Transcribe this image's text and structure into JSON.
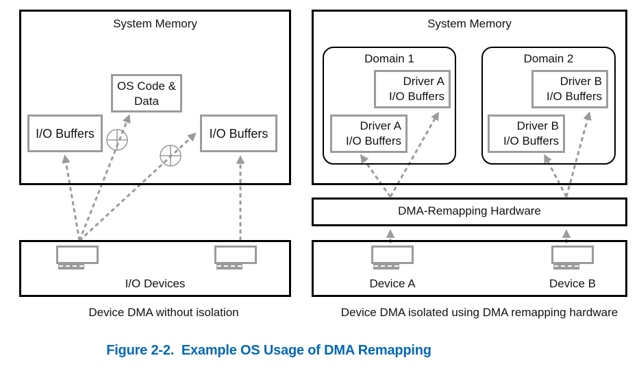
{
  "figure": {
    "caption": "Figure 2-2.  Example OS Usage of DMA Remapping"
  },
  "left_panel": {
    "memory_title": "System Memory",
    "os_box_label": "OS Code &\nData",
    "io_buffers_left_label": "I/O Buffers",
    "io_buffers_right_label": "I/O Buffers",
    "devices_box_label": "I/O Devices",
    "caption": "Device DMA without isolation"
  },
  "right_panel": {
    "memory_title": "System Memory",
    "domain1": {
      "title": "Domain 1",
      "upper_box_label": "Driver A\nI/O Buffers",
      "lower_box_label": "Driver A\nI/O Buffers"
    },
    "domain2": {
      "title": "Domain 2",
      "upper_box_label": "Driver B\nI/O Buffers",
      "lower_box_label": "Driver B\nI/O Buffers"
    },
    "hardware_label": "DMA-Remapping Hardware",
    "device_a_label": "Device A",
    "device_b_label": "Device B",
    "caption": "Device DMA isolated using DMA remapping hardware"
  },
  "colors": {
    "accent_blue": "#0068b5",
    "line_gray": "#9b9b9b",
    "border_black": "#000000"
  },
  "icons": {
    "blocked_circle": "blocked-access-symbol",
    "dashed_arrow": "dma-access-arrow",
    "device": "io-device-icon"
  }
}
